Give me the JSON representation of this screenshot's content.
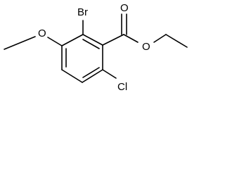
{
  "molecule": {
    "atom_labels": {
      "bromine": "Br",
      "carbonyl_oxygen": "O",
      "ester_oxygen": "O",
      "methoxy_oxygen": "O",
      "chlorine": "Cl"
    },
    "colors": {
      "bond": "#000000",
      "label": "#000000",
      "background": "#ffffff"
    }
  }
}
